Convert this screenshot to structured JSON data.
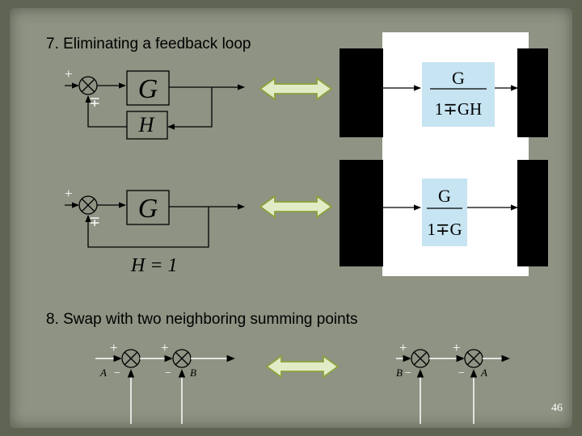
{
  "slide": {
    "section7_title": "7. Eliminating a feedback loop",
    "section8_title": "8. Swap with two neighboring summing points",
    "page_number": "46"
  },
  "loop1": {
    "forward_block": "G",
    "feedback_block": "H",
    "sign_in": "+",
    "sign_fb": "∓",
    "result_num": "G",
    "result_den": "1∓GH"
  },
  "loop2": {
    "forward_block": "G",
    "feedback_label": "H = 1",
    "sign_in": "+",
    "sign_fb": "∓",
    "result_num": "G",
    "result_den": "1∓G"
  },
  "swap": {
    "sign": "+",
    "minus": "−",
    "left_first_input": "A",
    "left_second_input": "B",
    "right_first_input": "B",
    "right_second_input": "A"
  },
  "colors": {
    "background": "#8e9383",
    "panel": "#ffffff",
    "result_box": "#c7e4f2",
    "arrow_fill": "#e1ecc7",
    "arrow_stroke": "#8aa23c"
  }
}
